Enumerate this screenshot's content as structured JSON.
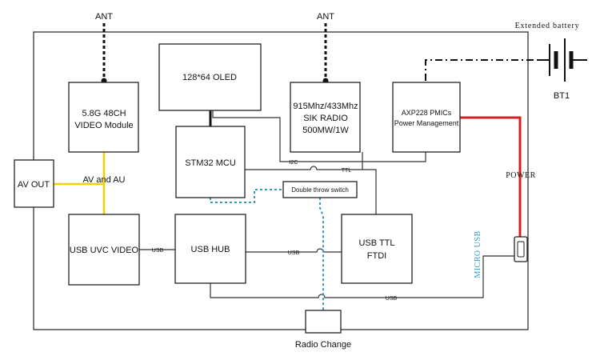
{
  "colors": {
    "av_line": "#f5d000",
    "power_line": "#d42020",
    "control_dotted": "#3399cc",
    "micro_usb_label": "#3399cc"
  },
  "antennas": {
    "left": "ANT",
    "center": "ANT"
  },
  "blocks": {
    "oled": "128*64  OLED",
    "video_module_line1": "5.8G 48CH",
    "video_module_line2": "VIDEO Module",
    "radio_line1": "915Mhz/433Mhz",
    "radio_line2": "SIK RADIO",
    "radio_line3": "500MW/1W",
    "pmic_line1": "AXP228 PMICs",
    "pmic_line2": "Power Management",
    "mcu": "STM32 MCU",
    "av_out": "AV  OUT",
    "usb_uvc": "USB UVC VIDEO",
    "usb_hub": "USB HUB",
    "usb_ttl_line1": "USB TTL",
    "usb_ttl_line2": "FTDI",
    "switch": "Double throw switch"
  },
  "labels": {
    "av_and_au": "AV and AU",
    "i2c": "I2C",
    "ttl": "TTL",
    "usb_uvc_hub": "USB",
    "usb_hub_ttl": "USB",
    "usb_bottom": "USB",
    "power": "POWER",
    "micro_usb": "MICRO USB",
    "extended_battery": "Extended battery",
    "bt1": "BT1",
    "radio_change": "Radio Change"
  }
}
